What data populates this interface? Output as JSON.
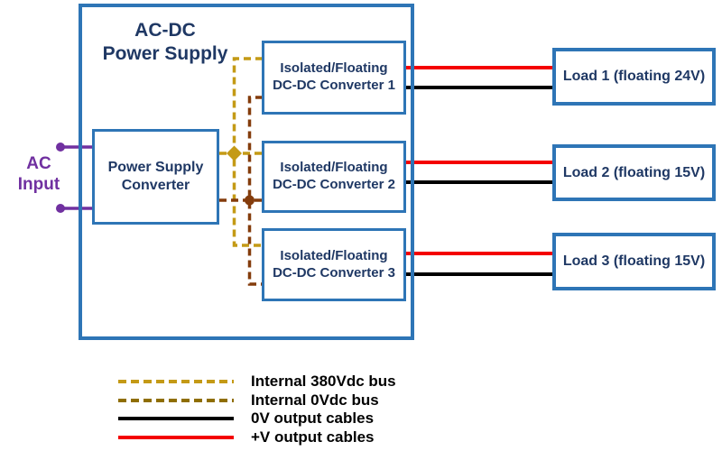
{
  "colors": {
    "box_border": "#2E75B6",
    "text_navy": "#1F3864",
    "purple": "#7030A0",
    "gold_380v": "#C49A16",
    "olive_0v": "#8F6E00",
    "brown_0v": "#843C0C",
    "cable_red": "#F40000",
    "cable_black": "#000000",
    "legend_text": "#000000"
  },
  "enclosure": {
    "title_line1": "AC-DC",
    "title_line2": "Power Supply"
  },
  "ac_input": {
    "line1": "AC",
    "line2": "Input"
  },
  "psu_converter": {
    "line1": "Power Supply",
    "line2": "Converter"
  },
  "converters": [
    {
      "line1": "Isolated/Floating",
      "line2": "DC-DC Converter 1"
    },
    {
      "line1": "Isolated/Floating",
      "line2": "DC-DC Converter 2"
    },
    {
      "line1": "Isolated/Floating",
      "line2": "DC-DC Converter 3"
    }
  ],
  "loads": [
    {
      "label": "Load 1 (floating 24V)"
    },
    {
      "label": "Load 2 (floating 15V)"
    },
    {
      "label": "Load 3 (floating 15V)"
    }
  ],
  "legend": {
    "items": [
      {
        "label": "Internal 380Vdc bus",
        "line_style": "dashed",
        "color": "#C49A16"
      },
      {
        "label": "Internal 0Vdc bus",
        "line_style": "dashed",
        "color": "#8F6E00"
      },
      {
        "label": "0V output cables",
        "line_style": "solid",
        "color": "#000000"
      },
      {
        "label": "+V output cables",
        "line_style": "solid",
        "color": "#F40000"
      }
    ]
  }
}
